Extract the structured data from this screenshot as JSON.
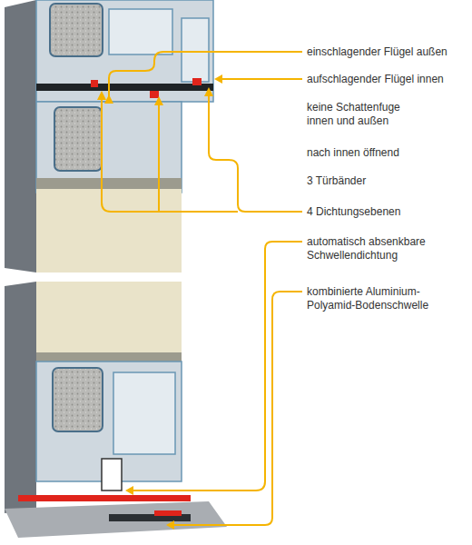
{
  "diagram": {
    "labels": [
      "einschlagender Flügel außen",
      "aufschlagender Flügel innen",
      "keine Schattenfuge innen und außen",
      "nach innen öffnend",
      "3 Türbänder",
      "4 Dichtungsebenen",
      "automatisch absenkbare Schwellendichtung",
      "kombinierte Aluminium-Polyamid-Bodenschwelle"
    ]
  }
}
